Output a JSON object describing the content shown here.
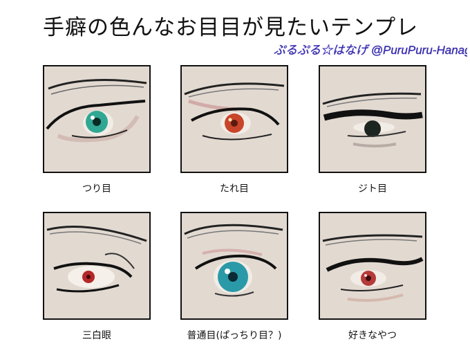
{
  "title": "手癖の色んなお目目が見たいテンプレ",
  "signature": "ぷるぷる☆はなげ @PuruPuru-Hanage",
  "cells": [
    {
      "label": "つり目",
      "iris_color": "#2fa793"
    },
    {
      "label": "たれ目",
      "iris_color": "#c8452a"
    },
    {
      "label": "ジト目",
      "iris_color": "#1d2520"
    },
    {
      "label": "三白眼",
      "iris_color": "#b42828"
    },
    {
      "label": "普通目(ぱっちり目？)",
      "iris_color": "#2b9aa8"
    },
    {
      "label": "好きなやつ",
      "iris_color": "#b53a3a"
    }
  ],
  "colors": {
    "frame_bg": "#e2d9d1",
    "ink": "#111111",
    "signature_ink": "#3a2fb0"
  }
}
